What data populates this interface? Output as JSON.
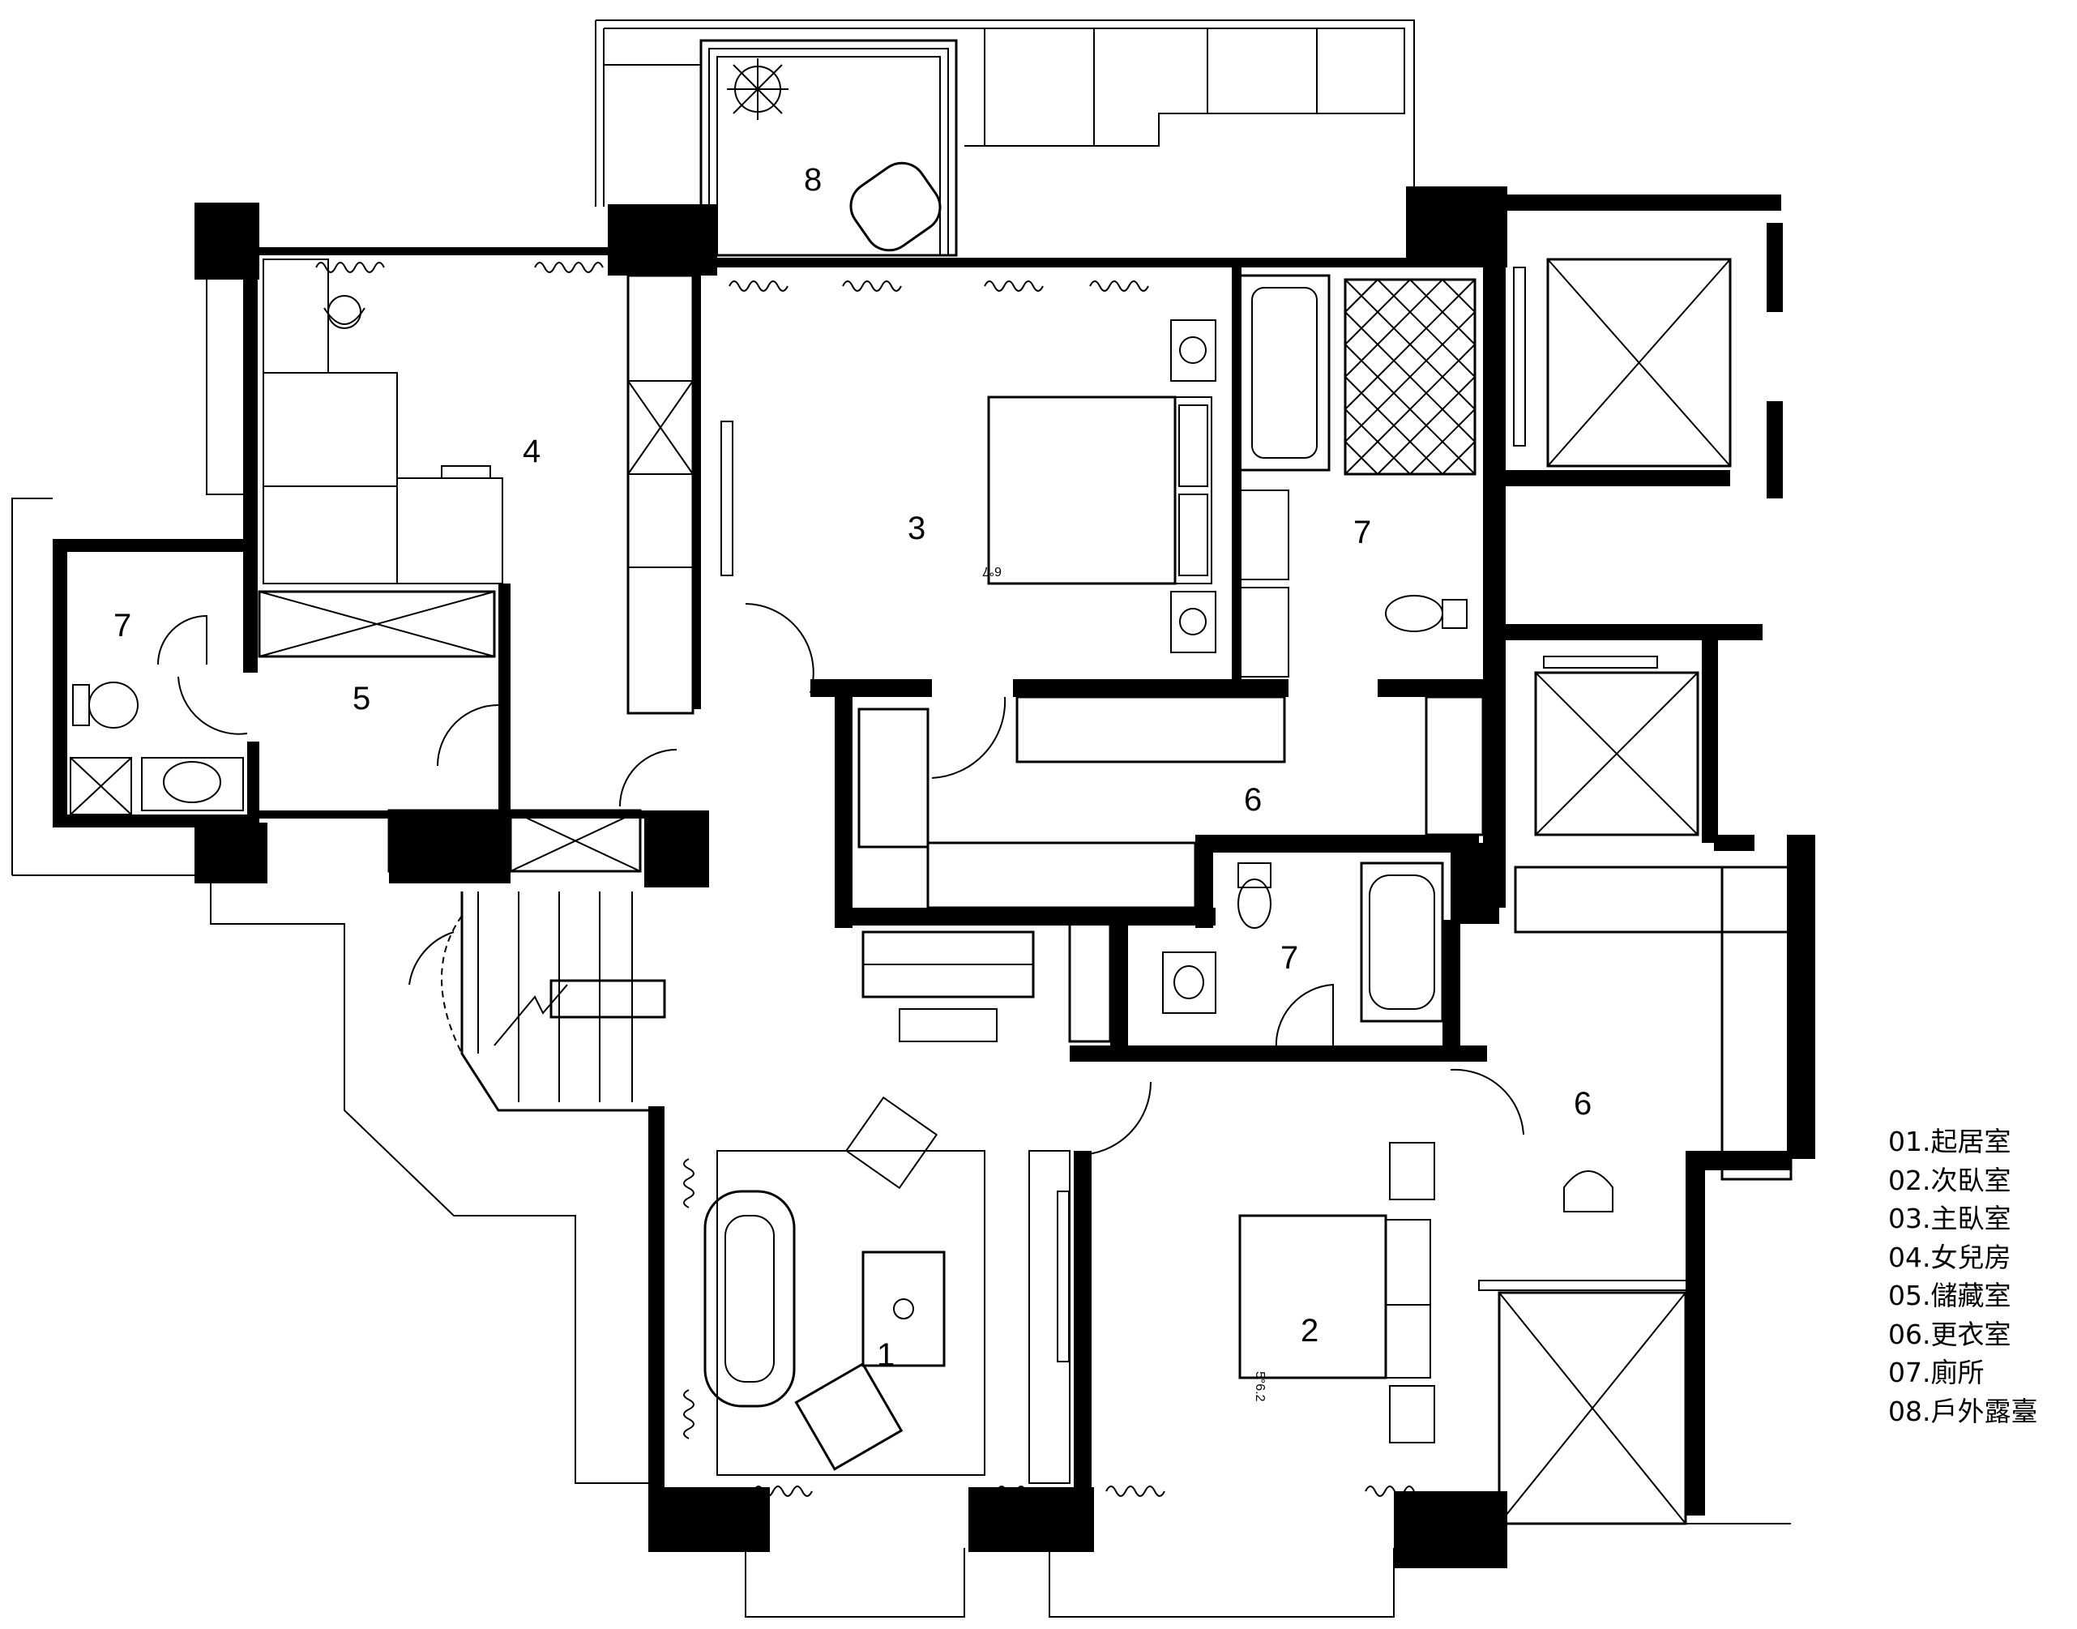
{
  "rooms": [
    {
      "num": "1"
    },
    {
      "num": "2"
    },
    {
      "num": "3"
    },
    {
      "num": "4"
    },
    {
      "num": "5"
    },
    {
      "num": "6"
    },
    {
      "num": "6"
    },
    {
      "num": "7"
    },
    {
      "num": "7"
    },
    {
      "num": "7"
    },
    {
      "num": "8"
    }
  ],
  "bed_labels": {
    "master": "6°7",
    "second": "5°6.2"
  },
  "legend": [
    "01.起居室",
    "02.次臥室",
    "03.主臥室",
    "04.女兒房",
    "05.儲藏室",
    "06.更衣室",
    "07.廁所",
    "08.戶外露臺"
  ],
  "icons": [
    "chair-icon",
    "toilet-icon",
    "bathtub-icon",
    "sink-icon",
    "plant-icon",
    "radiator-icon",
    "piano-icon",
    "sofa-icon",
    "bed-icon"
  ]
}
